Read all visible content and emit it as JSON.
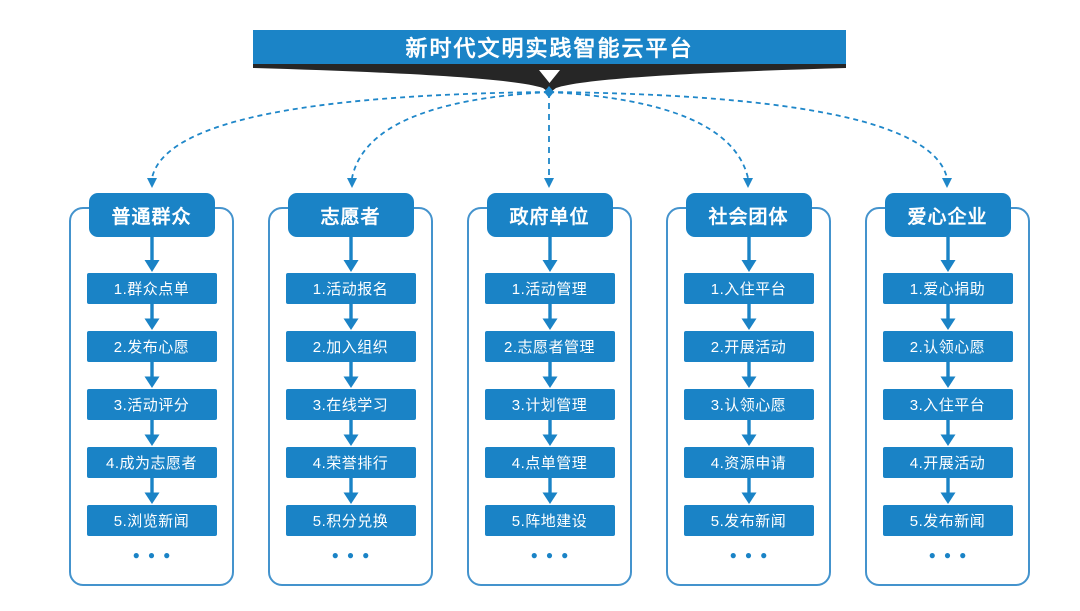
{
  "title": "新时代文明实践智能云平台",
  "colors": {
    "primary_blue": "#1a83c6",
    "connector_blue": "#1f87c9",
    "frame_blue": "#4493cd",
    "dark_band": "#262626",
    "text_white": "#ffffff"
  },
  "columns": [
    {
      "header": "普通群众",
      "steps": [
        "1.群众点单",
        "2.发布心愿",
        "3.活动评分",
        "4.成为志愿者",
        "5.浏览新闻"
      ],
      "more": "●●●"
    },
    {
      "header": "志愿者",
      "steps": [
        "1.活动报名",
        "2.加入组织",
        "3.在线学习",
        "4.荣誉排行",
        "5.积分兑换"
      ],
      "more": "●●●"
    },
    {
      "header": "政府单位",
      "steps": [
        "1.活动管理",
        "2.志愿者管理",
        "3.计划管理",
        "4.点单管理",
        "5.阵地建设"
      ],
      "more": "●●●"
    },
    {
      "header": "社会团体",
      "steps": [
        "1.入住平台",
        "2.开展活动",
        "3.认领心愿",
        "4.资源申请",
        "5.发布新闻"
      ],
      "more": "●●●"
    },
    {
      "header": "爱心企业",
      "steps": [
        "1.爱心捐助",
        "2.认领心愿",
        "3.入住平台",
        "4.开展活动",
        "5.发布新闻"
      ],
      "more": "●●●"
    }
  ]
}
